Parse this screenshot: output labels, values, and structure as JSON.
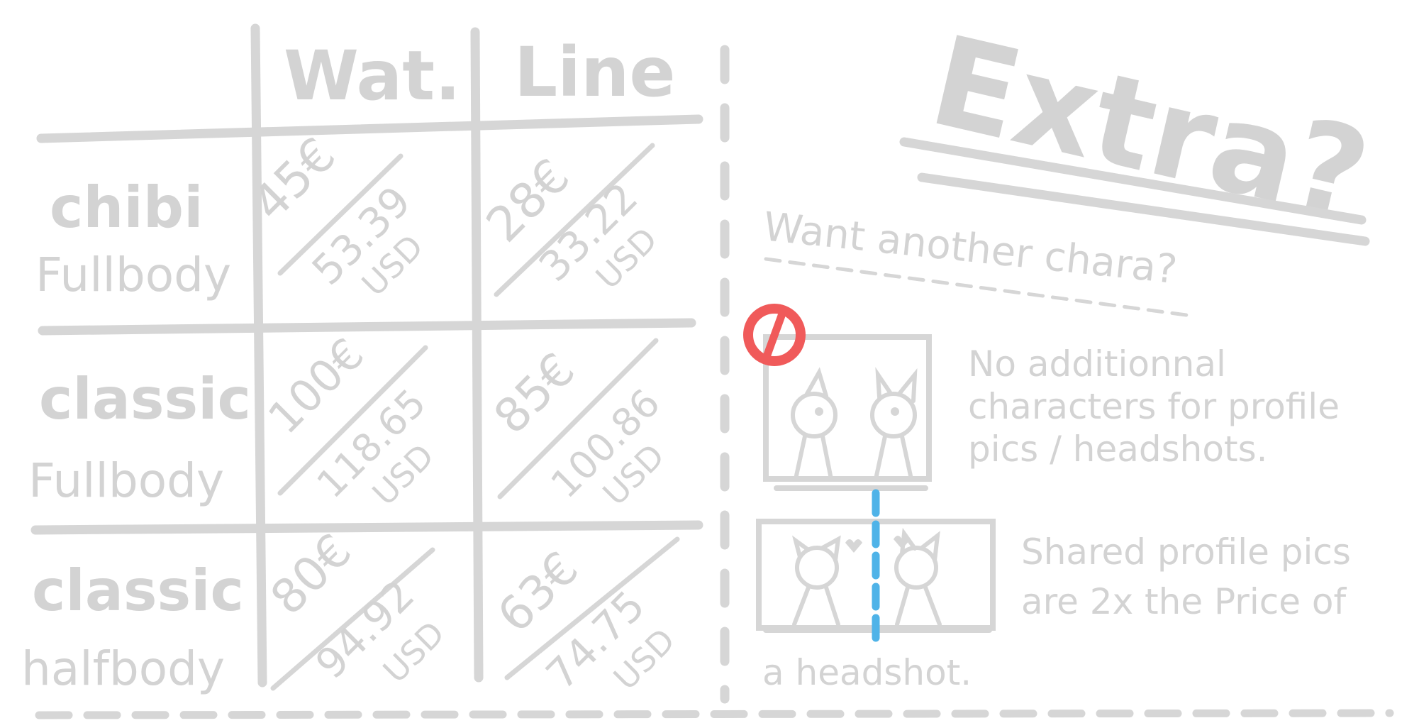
{
  "pricing_table": {
    "columns": [
      "Wat.",
      "Line"
    ],
    "rows": [
      {
        "label_line1": "chibi",
        "label_line2": "Fullbody",
        "cells": [
          {
            "eur": "45€",
            "usd": "53.39",
            "unit": "USD"
          },
          {
            "eur": "28€",
            "usd": "33.22",
            "unit": "USD"
          }
        ]
      },
      {
        "label_line1": "classic",
        "label_line2": "Fullbody",
        "cells": [
          {
            "eur": "100€",
            "usd": "118.65",
            "unit": "USD"
          },
          {
            "eur": "85€",
            "usd": "100.86",
            "unit": "USD"
          }
        ]
      },
      {
        "label_line1": "classic",
        "label_line2": "halfbody",
        "cells": [
          {
            "eur": "80€",
            "usd": "94.92",
            "unit": "USD"
          },
          {
            "eur": "63€",
            "usd": "74.75",
            "unit": "USD"
          }
        ]
      }
    ]
  },
  "extra": {
    "title": "Extra?",
    "subtitle": "Want another chara?",
    "rule1_text_lines": [
      "No additionnal",
      "characters for profile",
      "pics / headshots."
    ],
    "rule2_text_lines": [
      "Shared profile pics",
      "are 2x the Price of",
      "a headshot."
    ]
  },
  "colors": {
    "ink": "#d3d3d3",
    "no_sign": "#f05a5a",
    "divider_blue": "#4fb3e8",
    "background": "#ffffff"
  }
}
